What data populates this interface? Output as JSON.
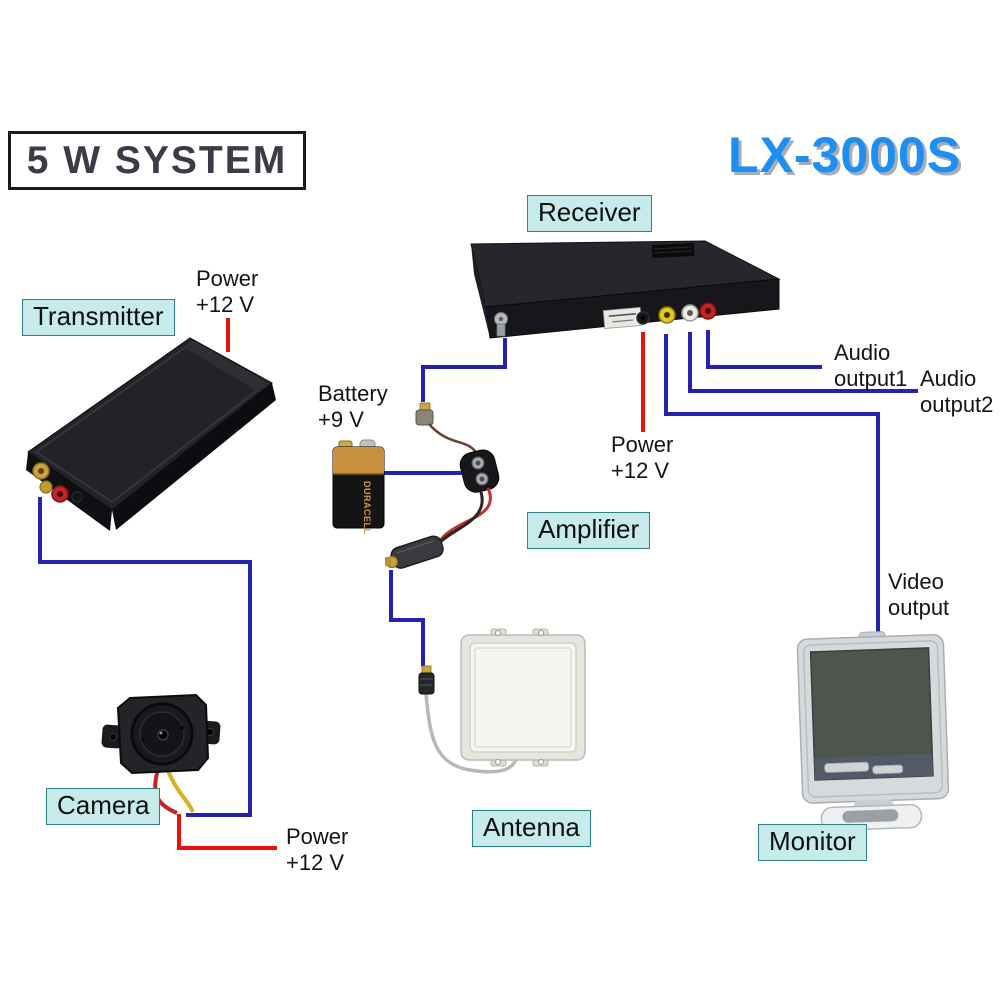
{
  "header": {
    "system_title": "5 W SYSTEM",
    "model": "LX-3000S"
  },
  "colors": {
    "wire_blue": "#2323ad",
    "wire_red": "#e90f0f",
    "label_bg": "#c7eaea",
    "label_border": "#2f8080",
    "model_blue": "#1e8ff2",
    "title_text": "#3c3c48"
  },
  "labels": {
    "transmitter": "Transmitter",
    "receiver": "Receiver",
    "camera": "Camera",
    "amplifier": "Amplifier",
    "antenna": "Antenna",
    "monitor": "Monitor"
  },
  "annotations": {
    "transmitter_power": {
      "line1": "Power",
      "line2": "+12 V"
    },
    "receiver_power": {
      "line1": "Power",
      "line2": "+12 V"
    },
    "camera_power": {
      "line1": "Power",
      "line2": "+12 V"
    },
    "battery": {
      "line1": "Battery",
      "line2": "+9 V"
    },
    "audio_output1": {
      "line1": "Audio",
      "line2": "output1"
    },
    "audio_output2": {
      "line1": "Audio",
      "line2": "output2"
    },
    "video_output": {
      "line1": "Video",
      "line2": "output"
    }
  },
  "battery_brand": "DURACELL",
  "connections": [
    {
      "from": "transmitter",
      "to": "camera",
      "color": "blue"
    },
    {
      "from": "transmitter",
      "to": "power-supply",
      "label": "Power +12 V",
      "color": "red"
    },
    {
      "from": "camera",
      "to": "power-supply",
      "label": "Power +12 V",
      "color": "red"
    },
    {
      "from": "receiver",
      "to": "amplifier",
      "color": "blue"
    },
    {
      "from": "battery",
      "to": "amplifier",
      "label": "Battery +9 V",
      "color": "blue"
    },
    {
      "from": "amplifier",
      "to": "antenna",
      "color": "blue"
    },
    {
      "from": "receiver",
      "to": "power-supply",
      "label": "Power +12 V",
      "color": "red"
    },
    {
      "from": "receiver",
      "to": "monitor",
      "label": "Video output",
      "color": "blue"
    },
    {
      "from": "receiver",
      "to": "audio-output1",
      "label": "Audio output1",
      "color": "blue"
    },
    {
      "from": "receiver",
      "to": "audio-output2",
      "label": "Audio output2",
      "color": "blue"
    }
  ]
}
